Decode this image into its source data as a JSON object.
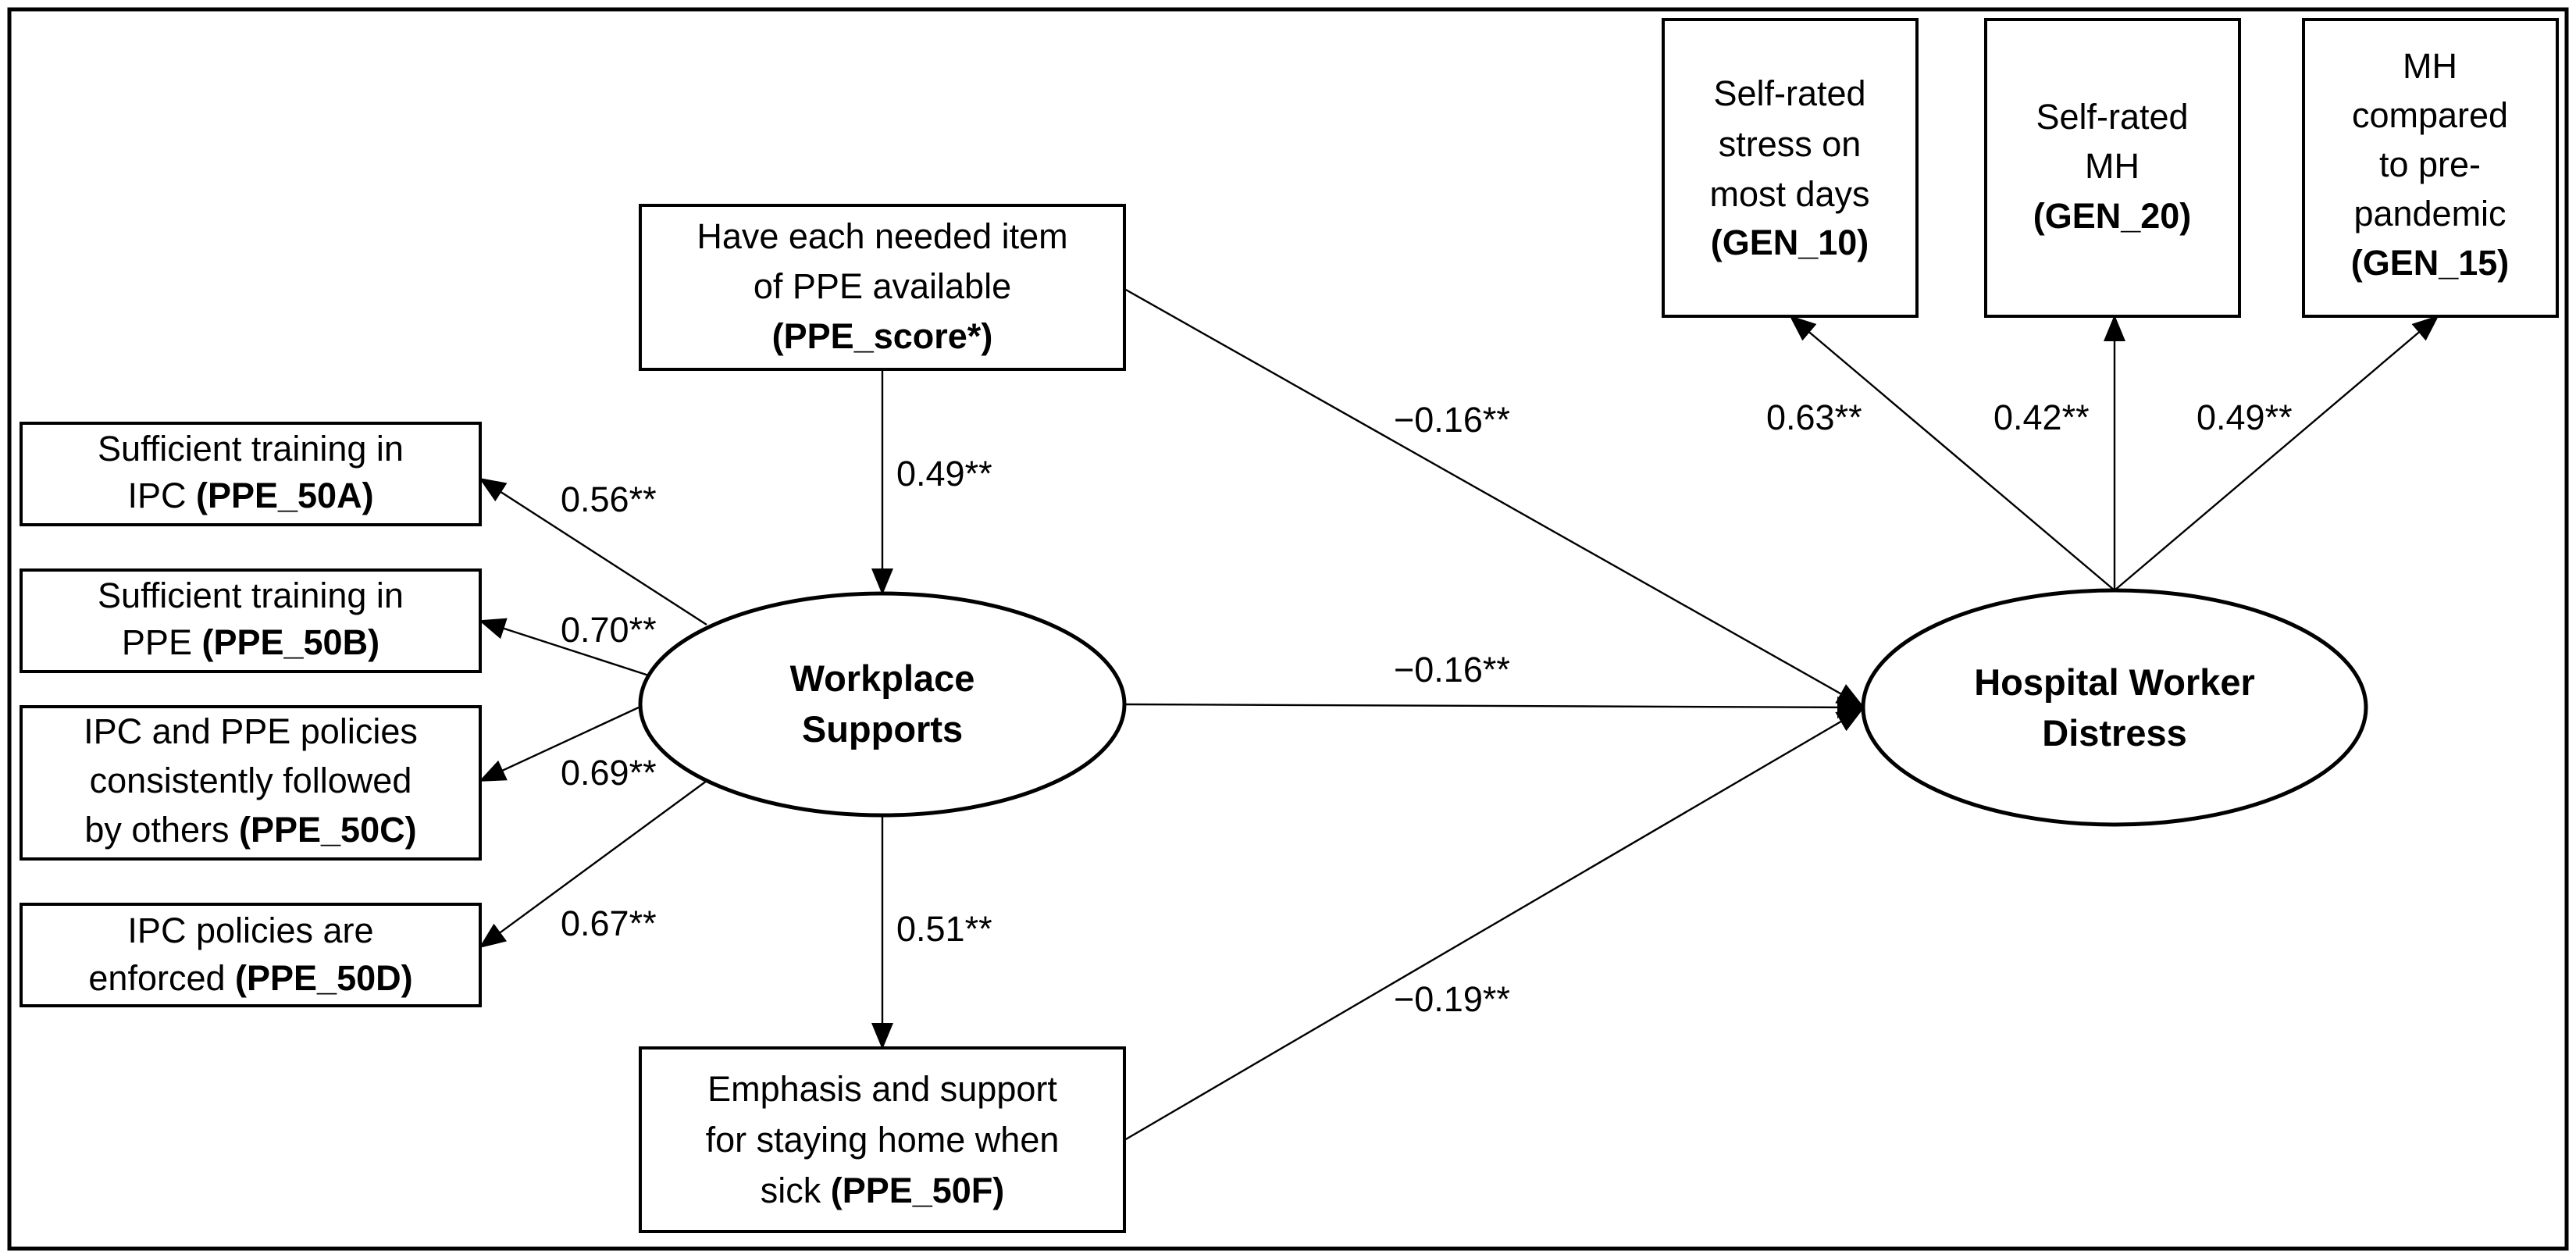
{
  "latent": {
    "workplace": [
      "Workplace",
      "Supports"
    ],
    "distress": [
      "Hospital Worker",
      "Distress"
    ]
  },
  "boxes": {
    "ppe_score": {
      "lines": [
        "Have each needed item",
        "of PPE available"
      ],
      "code": "(PPE_score*)"
    },
    "ppe_50a": {
      "line1": "Sufficient training in",
      "line2": "IPC ",
      "code": "(PPE_50A)"
    },
    "ppe_50b": {
      "line1": "Sufficient training in",
      "line2": "PPE ",
      "code": "(PPE_50B)"
    },
    "ppe_50c": {
      "line1": "IPC and PPE policies",
      "line2": "consistently followed",
      "line3": "by others ",
      "code": "(PPE_50C)"
    },
    "ppe_50d": {
      "line1": "IPC policies are",
      "line2": "enforced ",
      "code": "(PPE_50D)"
    },
    "ppe_50f": {
      "line1": "Emphasis and support",
      "line2": "for  staying home when",
      "line3": "sick ",
      "code": "(PPE_50F)"
    },
    "gen_10": {
      "lines": [
        "Self-rated",
        "stress on",
        "most days"
      ],
      "code": "(GEN_10)"
    },
    "gen_20": {
      "lines": [
        "Self-rated",
        "MH"
      ],
      "code": "(GEN_20)"
    },
    "gen_15": {
      "lines": [
        "MH",
        "compared",
        "to pre-",
        "pandemic"
      ],
      "code": "(GEN_15)"
    }
  },
  "coefficients": {
    "ppe_score_to_ws": "0.49**",
    "ws_to_50a": "0.56**",
    "ws_to_50b": "0.70**",
    "ws_to_50c": "0.69**",
    "ws_to_50d": "0.67**",
    "ws_to_50f": "0.51**",
    "ppe_score_to_hwd": "−0.16**",
    "ws_to_hwd": "−0.16**",
    "ppe_50f_to_hwd": "−0.19**",
    "hwd_to_gen10": "0.63**",
    "hwd_to_gen20": "0.42**",
    "hwd_to_gen15": "0.49**"
  }
}
